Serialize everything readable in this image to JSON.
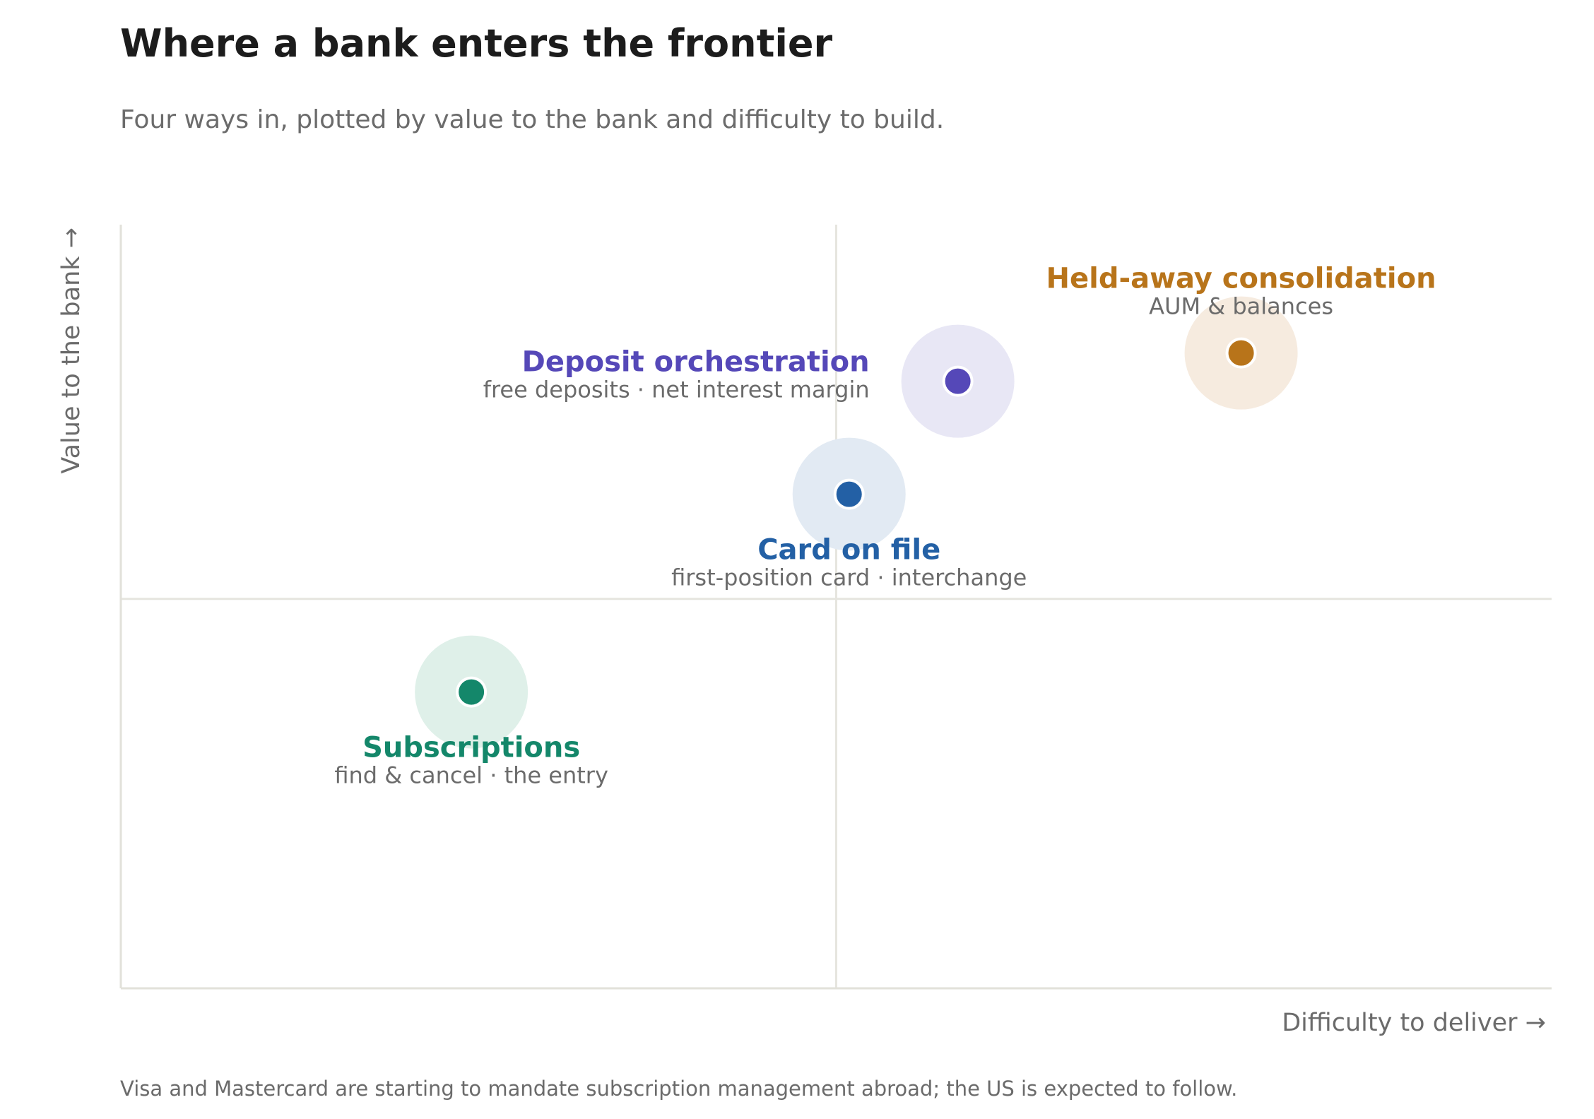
{
  "title": "Where a bank enters the frontier",
  "subtitle": "Four ways in, plotted by value to the bank and difficulty to build.",
  "footnote": "Visa and Mastercard are starting to mandate subscription management abroad; the US is expected to follow.",
  "chart_data": {
    "type": "scatter",
    "title": "Where a bank enters the frontier",
    "subtitle": "Four ways in, plotted by value to the bank and difficulty to build.",
    "xlabel": "Difficulty to deliver →",
    "ylabel": "Value to the bank →",
    "xlim": [
      0,
      1
    ],
    "ylim": [
      0,
      1
    ],
    "quadrant_divider": {
      "x": 0.5,
      "y": 0.51
    },
    "grid": false,
    "legend": "none",
    "points": [
      {
        "name": "Subscriptions",
        "detail": "find & cancel · the entry",
        "x": 0.245,
        "y": 0.388,
        "color": "#14876a",
        "halo": "#dff0e9",
        "label_position": "below"
      },
      {
        "name": "Card on file",
        "detail": "first-position card · interchange",
        "x": 0.509,
        "y": 0.647,
        "color": "#2360a5",
        "halo": "#e2eaf3",
        "label_position": "below"
      },
      {
        "name": "Deposit orchestration",
        "detail": "free deposits · net interest margin",
        "x": 0.585,
        "y": 0.795,
        "color": "#5548b8",
        "halo": "#e8e7f5",
        "label_position": "left"
      },
      {
        "name": "Held-away consolidation",
        "detail": "AUM & balances",
        "x": 0.783,
        "y": 0.832,
        "color": "#b8741a",
        "halo": "#f6ebdf",
        "label_position": "above"
      }
    ]
  }
}
